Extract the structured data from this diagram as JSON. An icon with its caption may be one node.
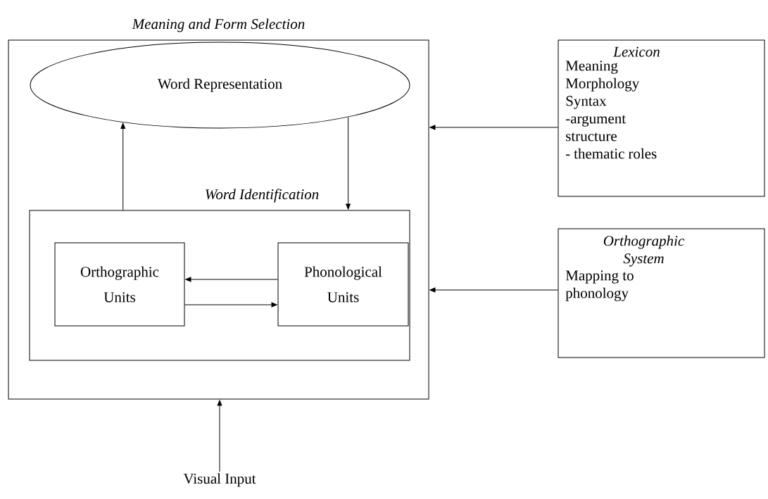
{
  "diagram": {
    "nodes": [
      {
        "text": [
          "Meaning and Form Selection"
        ]
      },
      {
        "text": [
          "Word Representation"
        ],
        "in": 0
      },
      {
        "text": [
          "Word Identification"
        ],
        "in": 0
      },
      {
        "text": [
          "Orthographic Units"
        ],
        "in": 2
      },
      {
        "text": [
          "Phonological Units"
        ],
        "in": 2
      },
      {
        "text": [
          "Lexicon",
          "Meaning",
          "Morphology",
          "Syntax",
          "-argument structure",
          "- thematic roles"
        ]
      },
      {
        "text": [
          "Orthographic System",
          "Mapping to phonology"
        ]
      },
      {
        "text": [
          "Visual Input"
        ]
      }
    ],
    "edges": [
      {
        "from": 2,
        "to": 1,
        "arrow": "to"
      },
      {
        "from": 1,
        "to": 2,
        "arrow": "to"
      },
      {
        "from": 4,
        "to": 3,
        "arrow": "to"
      },
      {
        "from": 3,
        "to": 4,
        "arrow": "to"
      },
      {
        "from": 5,
        "to": 0,
        "arrow": "to"
      },
      {
        "from": 6,
        "to": 0,
        "arrow": "to"
      },
      {
        "from": 7,
        "to": 0,
        "arrow": "to"
      }
    ]
  }
}
